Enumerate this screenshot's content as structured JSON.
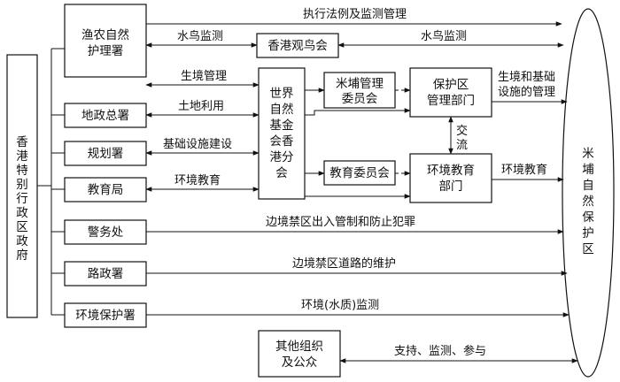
{
  "government": {
    "chars": [
      "香",
      "港",
      "特",
      "别",
      "行",
      "政",
      "区",
      "政",
      "府"
    ]
  },
  "departments": {
    "afcd": [
      "渔农自然",
      "护理署"
    ],
    "lands": "地政总署",
    "planning": "规划署",
    "education": "教育局",
    "police": "警务处",
    "highways": "路政署",
    "epd": "环境保护署"
  },
  "organizations": {
    "hkbws": "香港观鸟会",
    "wwf": [
      "世界",
      "自然",
      "基金",
      "会香",
      "港分",
      "会"
    ],
    "mpmc": [
      "米埔管理",
      "委员会"
    ],
    "edu_committee": "教育委员会",
    "reserve_mgmt": [
      "保护区",
      "管理部门"
    ],
    "env_edu_dept": [
      "环境教育",
      "部门"
    ],
    "others": [
      "其他组织",
      "及公众"
    ]
  },
  "target": {
    "chars": [
      "米",
      "埔",
      "自",
      "然",
      "保",
      "护",
      "区"
    ]
  },
  "labels": {
    "enforce": "执行法例及监测管理",
    "bird_monitor_left": "水鸟监测",
    "bird_monitor_right": "水鸟监测",
    "habitat_mgmt": "生境管理",
    "habitat_infra": [
      "生境和基础",
      "设施的管理"
    ],
    "land_use": "土地利用",
    "exchange": [
      "交",
      "流"
    ],
    "infra_build": "基础设施建设",
    "env_edu_left": "环境教育",
    "env_edu_right": "环境教育",
    "border_control": "边境禁区出入管制和防止犯罪",
    "border_road": "边境禁区道路的维护",
    "env_monitor": "环境(水质)监测",
    "support": "支持、监测、参与"
  }
}
